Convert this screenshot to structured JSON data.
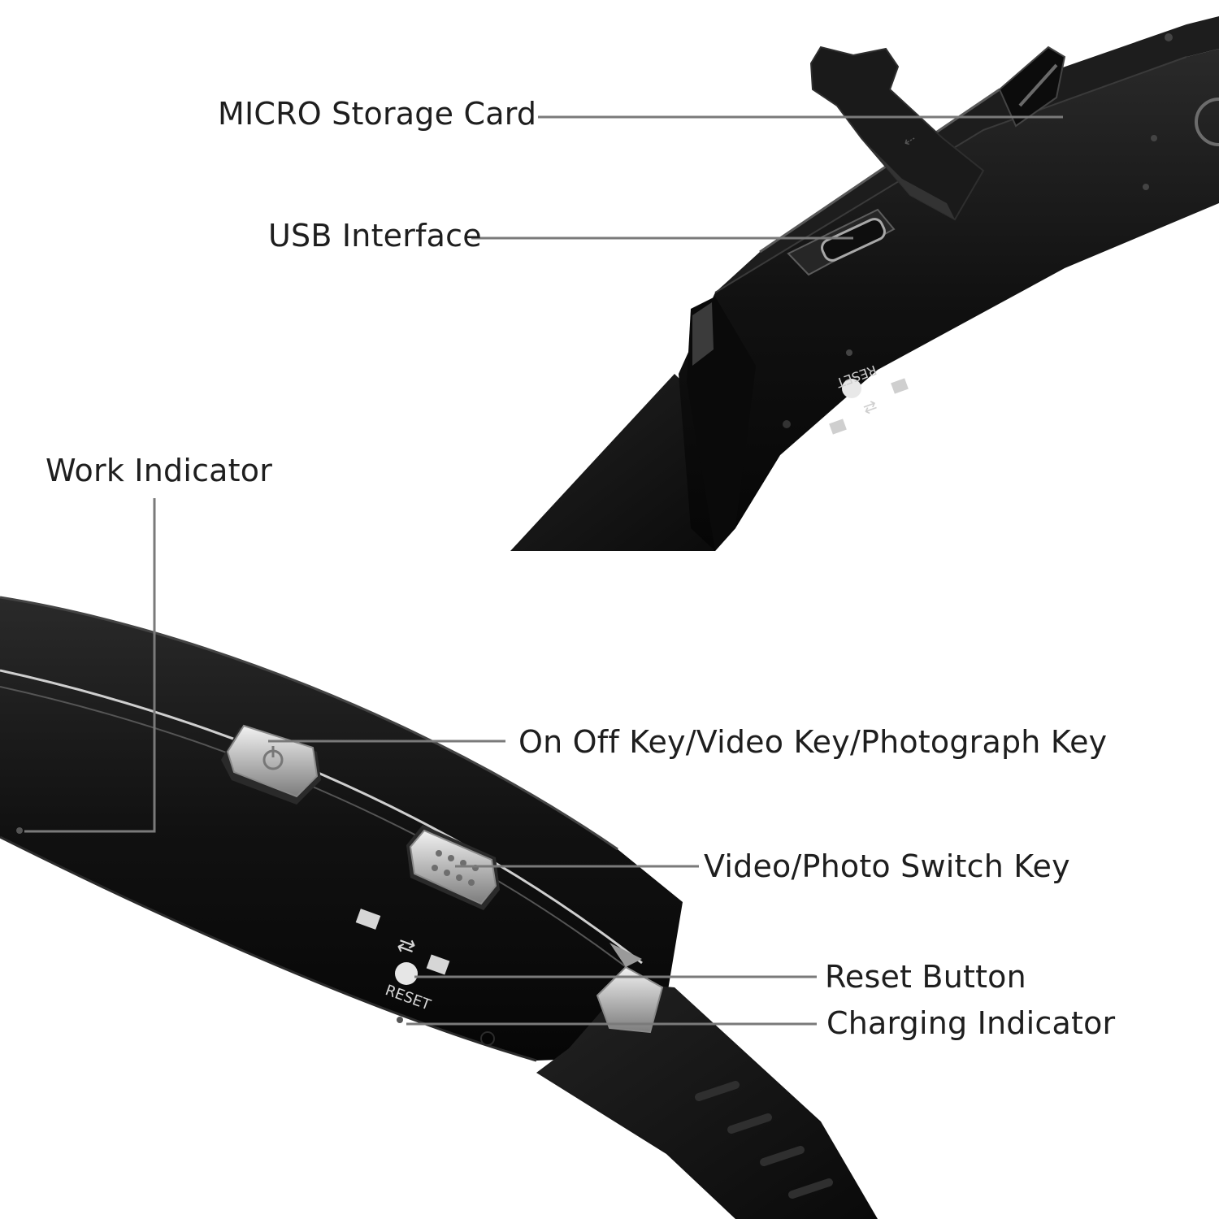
{
  "callouts": {
    "micro_storage_card": "MICRO Storage Card",
    "usb_interface": "USB Interface",
    "work_indicator": "Work Indicator",
    "on_off_key": "On Off Key/Video Key/Photograph Key",
    "video_photo_switch": "Video/Photo Switch Key",
    "reset_button": "Reset Button",
    "charging_indicator": "Charging Indicator"
  },
  "device_markings": {
    "reset_upper": "RESET",
    "reset_lower": "RESET"
  },
  "colors": {
    "background": "#ffffff",
    "device_body": "#141414",
    "leader_line": "#7a7a7a",
    "label_text": "#1e1e1e",
    "metal_key": "#c9c9c9"
  }
}
